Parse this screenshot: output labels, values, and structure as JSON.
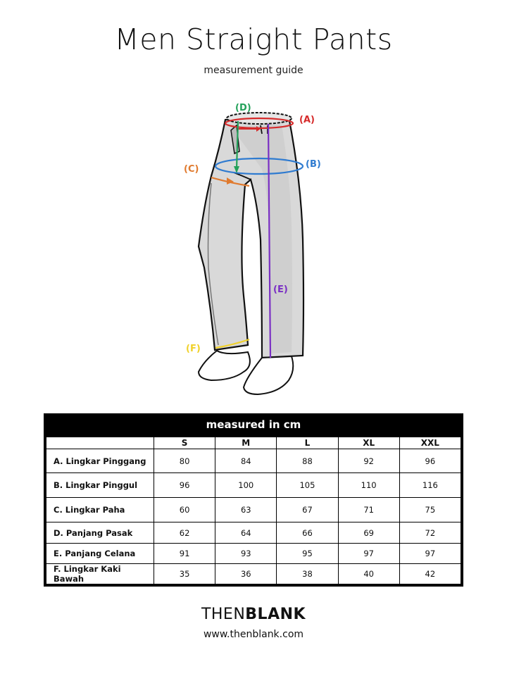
{
  "header": {
    "title": "Men Straight Pants",
    "subtitle": "measurement guide"
  },
  "illustration": {
    "labels": {
      "A": "(A)",
      "B": "(B)",
      "C": "(C)",
      "D": "(D)",
      "E": "(E)",
      "F": "(F)"
    },
    "colors": {
      "A": "#d62b2b",
      "B": "#2f7bd0",
      "C": "#e07a2e",
      "D": "#23a15a",
      "E": "#7a2fc4",
      "F": "#f0d12a"
    }
  },
  "table": {
    "caption": "measured in cm",
    "sizes": [
      "S",
      "M",
      "L",
      "XL",
      "XXL"
    ],
    "rows": [
      {
        "label": "A. Lingkar Pinggang",
        "values": [
          "80",
          "84",
          "88",
          "92",
          "96"
        ]
      },
      {
        "label": "B. Lingkar Pinggul",
        "values": [
          "96",
          "100",
          "105",
          "110",
          "116"
        ]
      },
      {
        "label": "C. Lingkar Paha",
        "values": [
          "60",
          "63",
          "67",
          "71",
          "75"
        ]
      },
      {
        "label": "D. Panjang Pasak",
        "values": [
          "62",
          "64",
          "66",
          "69",
          "72"
        ]
      },
      {
        "label": "E. Panjang Celana",
        "values": [
          "91",
          "93",
          "95",
          "97",
          "97"
        ]
      },
      {
        "label": "F. Lingkar Kaki Bawah",
        "values": [
          "35",
          "36",
          "38",
          "40",
          "42"
        ]
      }
    ]
  },
  "footer": {
    "brand_light": "THEN",
    "brand_bold": "BLANK",
    "url": "www.thenblank.com"
  }
}
